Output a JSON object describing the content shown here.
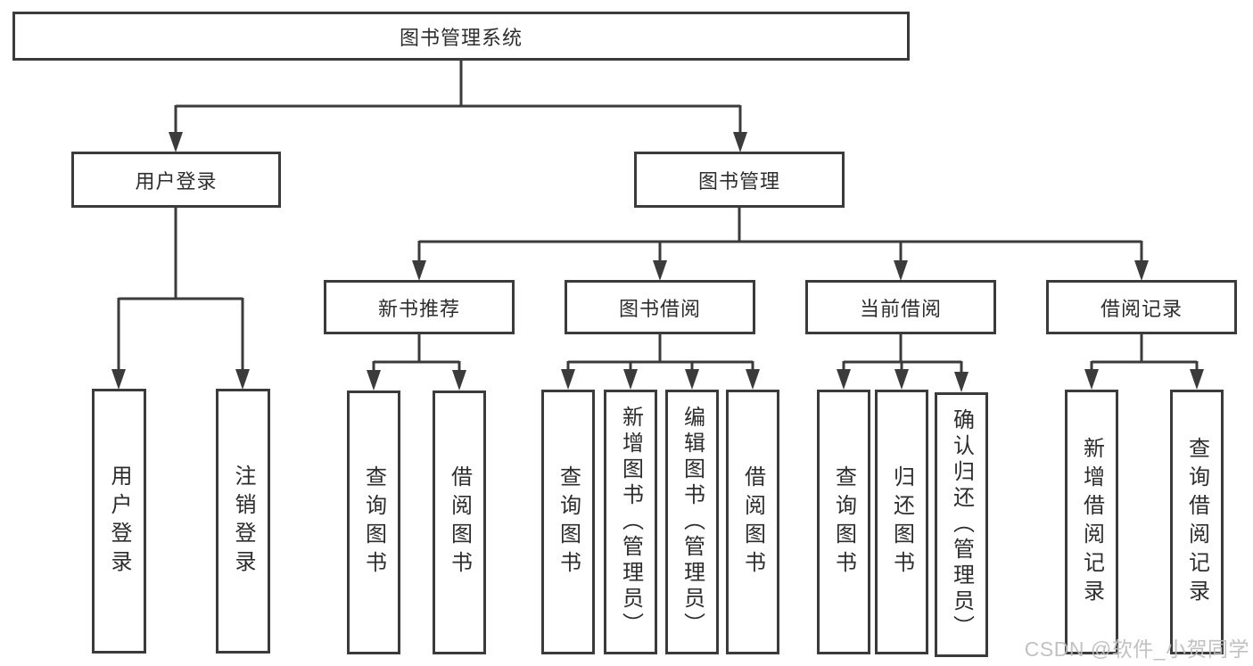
{
  "tree": {
    "label": "图书管理系统",
    "children": [
      {
        "label": "用户登录",
        "children": [
          {
            "label": "用户登录"
          },
          {
            "label": "注销登录"
          }
        ]
      },
      {
        "label": "图书管理",
        "children": [
          {
            "label": "新书推荐",
            "children": [
              {
                "label": "查询图书"
              },
              {
                "label": "借阅图书"
              }
            ]
          },
          {
            "label": "图书借阅",
            "children": [
              {
                "label": "查询图书"
              },
              {
                "label": "新增图书（管理员）"
              },
              {
                "label": "编辑图书（管理员）"
              },
              {
                "label": "借阅图书"
              }
            ]
          },
          {
            "label": "当前借阅",
            "children": [
              {
                "label": "查询图书"
              },
              {
                "label": "归还图书"
              },
              {
                "label": "确认归还（管理员）"
              }
            ]
          },
          {
            "label": "借阅记录",
            "children": [
              {
                "label": "新增借阅记录"
              },
              {
                "label": "查询借阅记录"
              }
            ]
          }
        ]
      }
    ]
  },
  "watermark": {
    "text": "CSDN @软件_小贺同学"
  },
  "colors": {
    "line": "#3b3b3b",
    "box_border": "#3b3b3b",
    "text": "#2d2d2d",
    "background": "#ffffff",
    "watermark": "#bcbcbc"
  }
}
